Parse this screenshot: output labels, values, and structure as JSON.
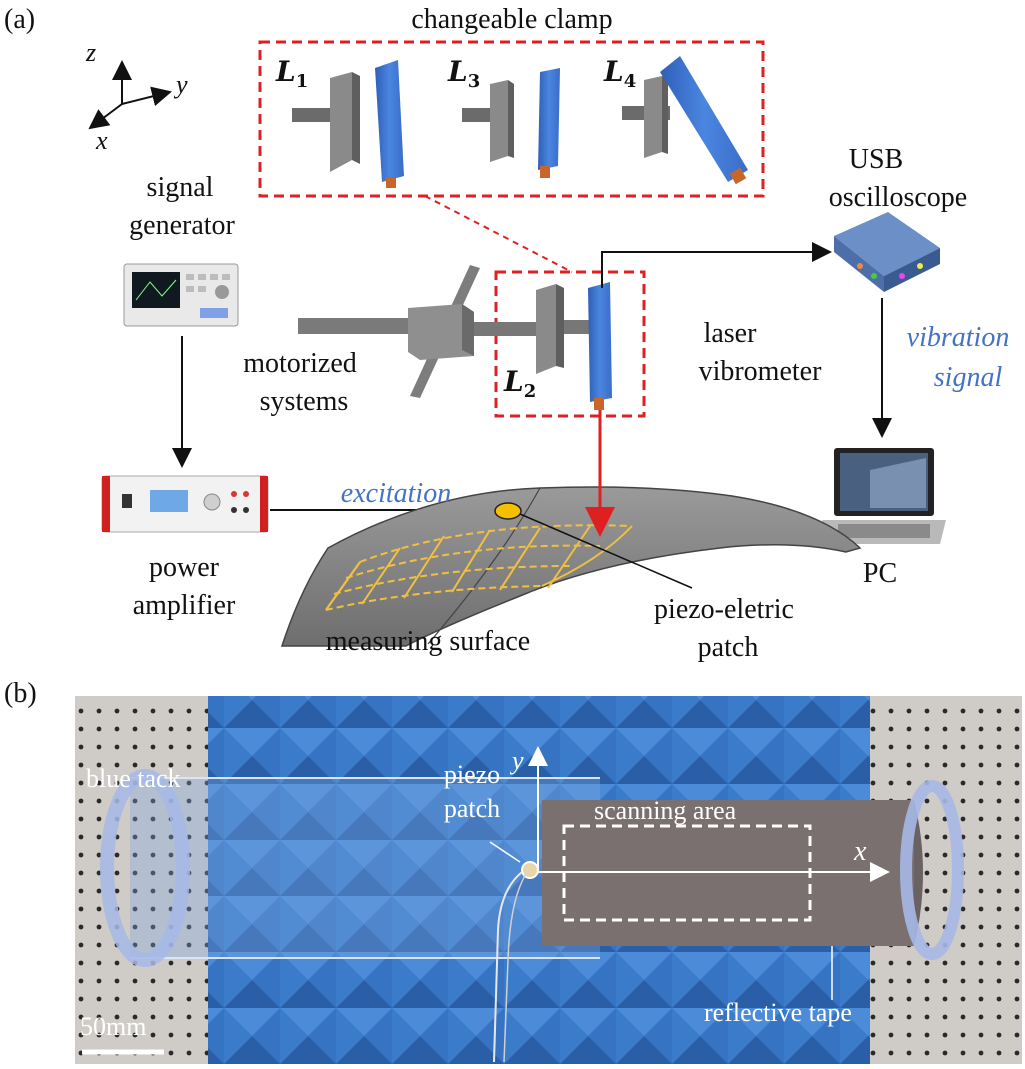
{
  "panel_a": {
    "label": "(a)",
    "axes": {
      "z": "z",
      "y": "y",
      "x": "x"
    },
    "clamp_title": "changeable clamp",
    "clamps": [
      {
        "base": "L",
        "sub": "1"
      },
      {
        "base": "L",
        "sub": "3"
      },
      {
        "base": "L",
        "sub": "4"
      }
    ],
    "active_clamp": {
      "base": "L",
      "sub": "2"
    },
    "signal_generator": [
      "signal",
      "generator"
    ],
    "motorized": [
      "motorized",
      "systems"
    ],
    "laser": [
      "laser",
      "vibrometer"
    ],
    "usb": [
      "USB",
      "oscilloscope"
    ],
    "vibration": [
      "vibration",
      "signal"
    ],
    "pc": "PC",
    "power_amp": [
      "power",
      "amplifier"
    ],
    "excitation": "excitation",
    "measuring_surface": "measuring surface",
    "piezo_patch": [
      "piezo-eletric",
      "patch"
    ]
  },
  "panel_b": {
    "label": "(b)",
    "blue_tack": "blue tack",
    "piezo": [
      "piezo",
      "patch"
    ],
    "y_axis": "y",
    "x_axis": "x",
    "scanning_area": "scanning area",
    "reflective_tape": "reflective tape",
    "scale": "50mm"
  },
  "colors": {
    "clamp_box": "#e02020",
    "laser_beam": "#e02020",
    "text_blue": "#4472c4",
    "grid_yellow": "#f0c040",
    "foam_blue": "#3f78c4"
  }
}
